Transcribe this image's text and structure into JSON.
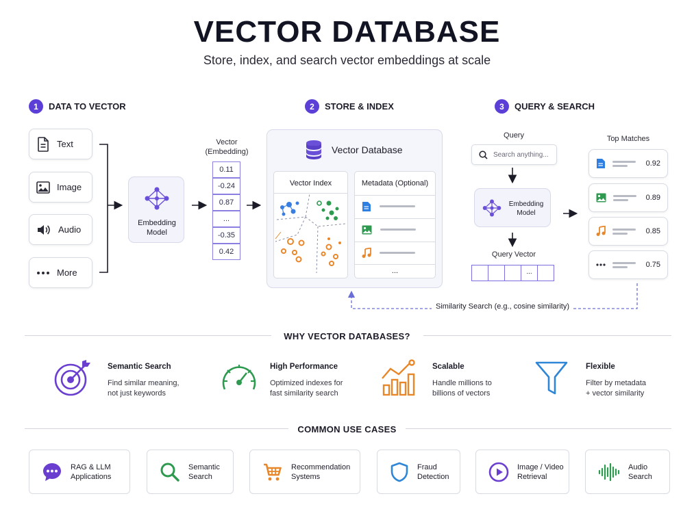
{
  "header": {
    "title": "VECTOR DATABASE",
    "subtitle": "Store, index, and search vector embeddings at scale"
  },
  "steps": [
    {
      "num": "1",
      "label": "DATA TO VECTOR"
    },
    {
      "num": "2",
      "label": "STORE & INDEX"
    },
    {
      "num": "3",
      "label": "QUERY & SEARCH"
    }
  ],
  "inputs": [
    {
      "label": "Text",
      "icon": "document-icon"
    },
    {
      "label": "Image",
      "icon": "image-icon"
    },
    {
      "label": "Audio",
      "icon": "speaker-icon"
    },
    {
      "label": "More",
      "icon": "ellipsis-icon"
    }
  ],
  "embedding_model": {
    "line1": "Embedding",
    "line2": "Model"
  },
  "vector": {
    "label_line1": "Vector",
    "label_line2": "(Embedding)",
    "values": [
      "0.11",
      "-0.24",
      "0.87",
      "...",
      "-0.35",
      "0.42"
    ]
  },
  "database": {
    "title": "Vector Database",
    "index_label": "Vector Index",
    "metadata_label": "Metadata (Optional)",
    "metadata_more": "..."
  },
  "query": {
    "label": "Query",
    "search_placeholder": "Search anything...",
    "model_line1": "Embedding",
    "model_line2": "Model",
    "query_vector_label": "Query Vector",
    "query_vector_more": "..."
  },
  "top_matches": {
    "label": "Top Matches",
    "items": [
      {
        "score": "0.92",
        "icon": "document-icon"
      },
      {
        "score": "0.89",
        "icon": "image-icon"
      },
      {
        "score": "0.85",
        "icon": "music-note-icon"
      },
      {
        "score": "0.75",
        "icon": "ellipsis-icon"
      }
    ]
  },
  "similarity_label": "Similarity Search (e.g., cosine similarity)",
  "why": {
    "title": "WHY VECTOR DATABASES?",
    "features": [
      {
        "title": "Semantic Search",
        "line1": "Find similar meaning,",
        "line2": "not just keywords",
        "icon": "target-icon",
        "color": "#6a3fd0"
      },
      {
        "title": "High Performance",
        "line1": "Optimized indexes for",
        "line2": "fast similarity search",
        "icon": "speedometer-icon",
        "color": "#2e9a4f"
      },
      {
        "title": "Scalable",
        "line1": "Handle millions to",
        "line2": "billions of vectors",
        "icon": "growth-chart-icon",
        "color": "#e8872a"
      },
      {
        "title": "Flexible",
        "line1": "Filter by metadata",
        "line2": "+ vector similarity",
        "icon": "funnel-icon",
        "color": "#2f86d6"
      }
    ]
  },
  "use_cases": {
    "title": "COMMON USE CASES",
    "items": [
      {
        "line1": "RAG & LLM",
        "line2": "Applications",
        "icon": "chat-bubble-icon",
        "color": "#6a3fd0"
      },
      {
        "line1": "Semantic",
        "line2": "Search",
        "icon": "magnifier-icon",
        "color": "#2e9a4f"
      },
      {
        "line1": "Recommendation",
        "line2": "Systems",
        "icon": "cart-icon",
        "color": "#e8872a"
      },
      {
        "line1": "Fraud",
        "line2": "Detection",
        "icon": "shield-icon",
        "color": "#2f86d6"
      },
      {
        "line1": "Image / Video",
        "line2": "Retrieval",
        "icon": "play-icon",
        "color": "#6a3fd0"
      },
      {
        "line1": "Audio",
        "line2": "Search",
        "icon": "waveform-icon",
        "color": "#2e9a4f"
      }
    ]
  },
  "colors": {
    "accent": "#5b3fd6",
    "blue": "#2f7fe0",
    "green": "#2e9a4f",
    "orange": "#e8872a"
  }
}
